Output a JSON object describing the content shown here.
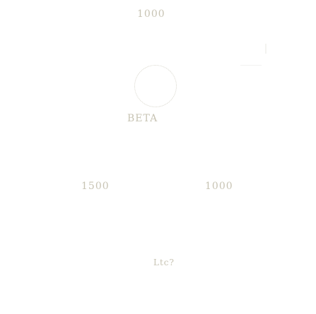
{
  "labels": {
    "top": "1000",
    "center": "BETA",
    "left": "1500",
    "right": "1000",
    "bottom": "Ltc?"
  },
  "colors": {
    "background": "#ffffff",
    "text": "#c8c4b4"
  },
  "icons": {
    "center_ring": "dotted-circle-icon"
  }
}
